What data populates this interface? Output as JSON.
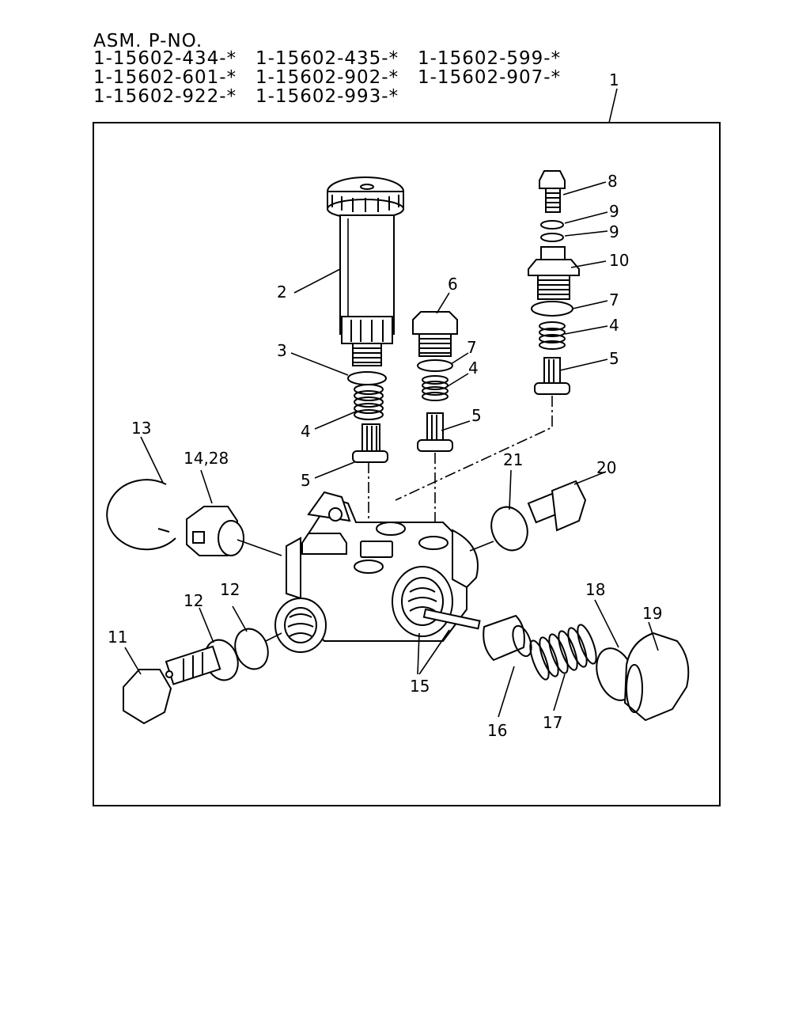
{
  "header": {
    "title": "ASM. P-NO.",
    "part_numbers": [
      [
        "1-15602-434-*",
        "1-15602-435-*",
        "1-15602-599-*"
      ],
      [
        "1-15602-601-*",
        "1-15602-902-*",
        "1-15602-907-*"
      ],
      [
        "1-15602-922-*",
        "1-15602-993-*"
      ]
    ]
  },
  "callouts": {
    "c1": "1",
    "c2": "2",
    "c3": "3",
    "c4a": "4",
    "c5a": "5",
    "c6": "6",
    "c7a": "7",
    "c4b": "4",
    "c5b": "5",
    "c8": "8",
    "c9a": "9",
    "c9b": "9",
    "c10": "10",
    "c7b": "7",
    "c4c": "4",
    "c5c": "5",
    "c13": "13",
    "c1428": "14,28",
    "c21": "21",
    "c20": "20",
    "c12a": "12",
    "c12b": "12",
    "c11": "11",
    "c15": "15",
    "c18": "18",
    "c19": "19",
    "c16": "16",
    "c17": "17"
  }
}
